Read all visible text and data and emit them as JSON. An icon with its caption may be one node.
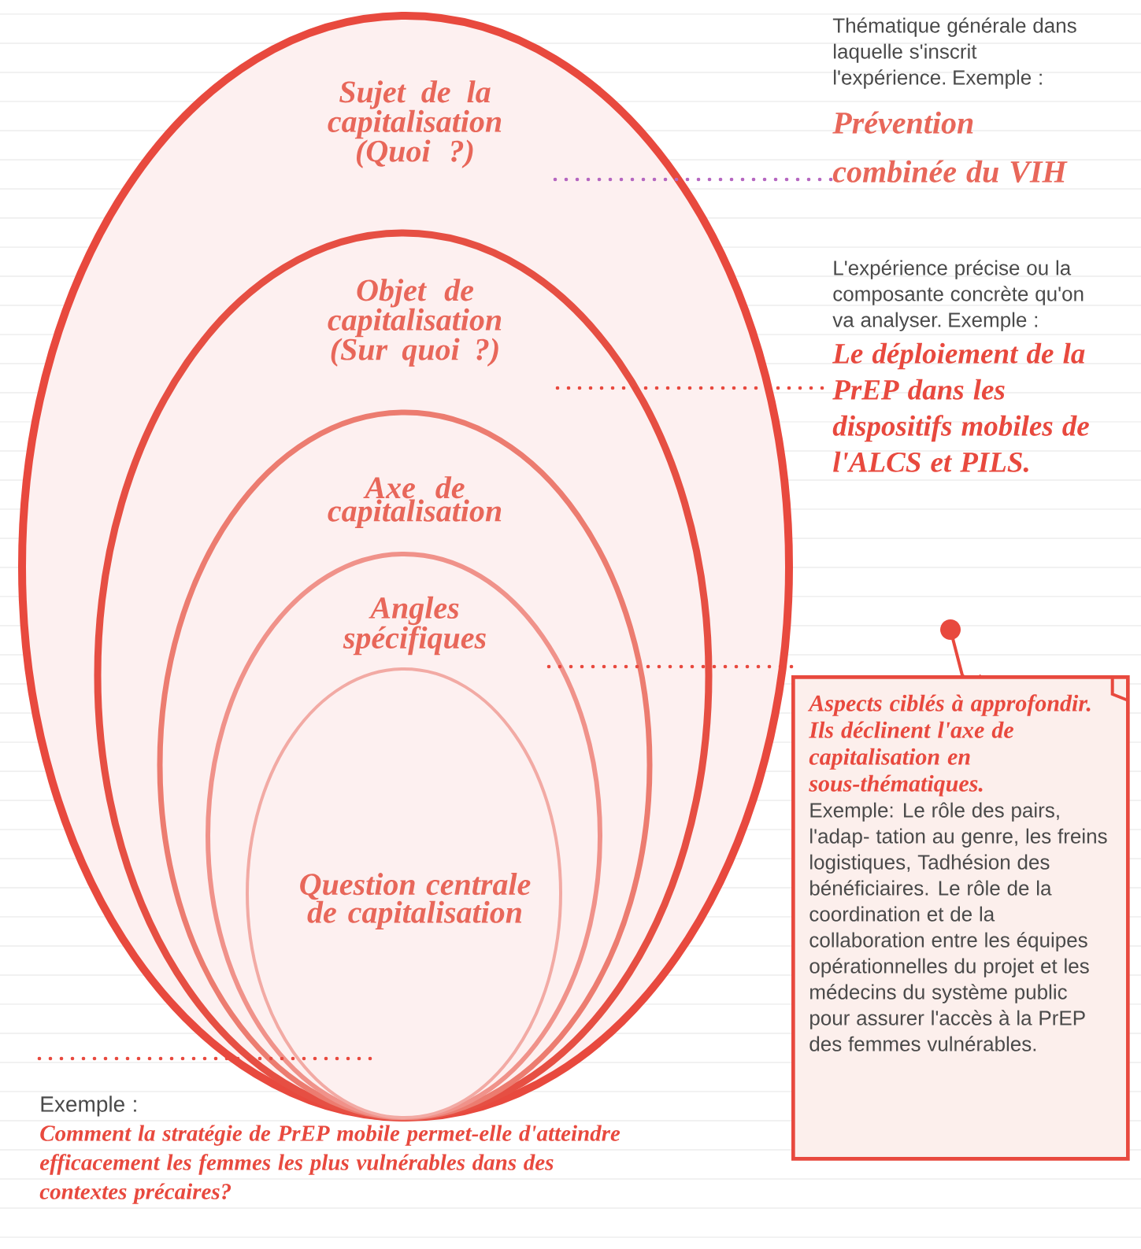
{
  "diagram": {
    "nodes": [
      {
        "text": [
          "Sujet de la capitalisation (Quoi ?)"
        ]
      },
      {
        "text": [
          "Objet de capitalisation (Sur quoi ?)"
        ],
        "in": 0
      },
      {
        "text": [
          "Axe de capitalisation"
        ],
        "in": 1
      },
      {
        "text": [
          "Angles spécifiques"
        ],
        "in": 2
      },
      {
        "text": [
          "Question centrale de capitalisation"
        ],
        "in": 3
      },
      {
        "text": [
          "Thématique générale dans laquelle s'inscrit l'expérience. Exemple :",
          "Prévention combinée du VIH"
        ]
      },
      {
        "text": [
          "L'expérience précise ou la composante concrète qu'on va analyser. Exemple :",
          "Le déploiement de la PrEP dans les dispositifs mobiles de l'ALCS et PILS."
        ]
      },
      {
        "text": [
          "Aspects ciblés à approfondir. Ils déclinent l'axe de capitalisation en sous-thématiques.",
          "Exemple: Le rôle des pairs, l'adap- tation au genre, les freins logistiques, Tadhésion des bénéficiaires. Le rôle de la coordination et de la collaboration entre les équipes opérationnelles du projet et les médecins du système public pour assurer l'accès à la PrEP des femmes vulnérables."
        ]
      },
      {
        "text": [
          "Exemple :",
          "Comment la stratégie de PrEP mobile permet-elle d'atteindre efficacement les femmes les plus vulnérables dans des contextes précaires?"
        ]
      }
    ],
    "edges": [
      {
        "from": 0,
        "to": 5,
        "arrow": "none",
        "color": "#b566c0"
      },
      {
        "from": 1,
        "to": 6,
        "arrow": "none"
      },
      {
        "from": 3,
        "to": 7,
        "arrow": "none"
      },
      {
        "from": 4,
        "to": 8,
        "arrow": "none"
      }
    ]
  }
}
